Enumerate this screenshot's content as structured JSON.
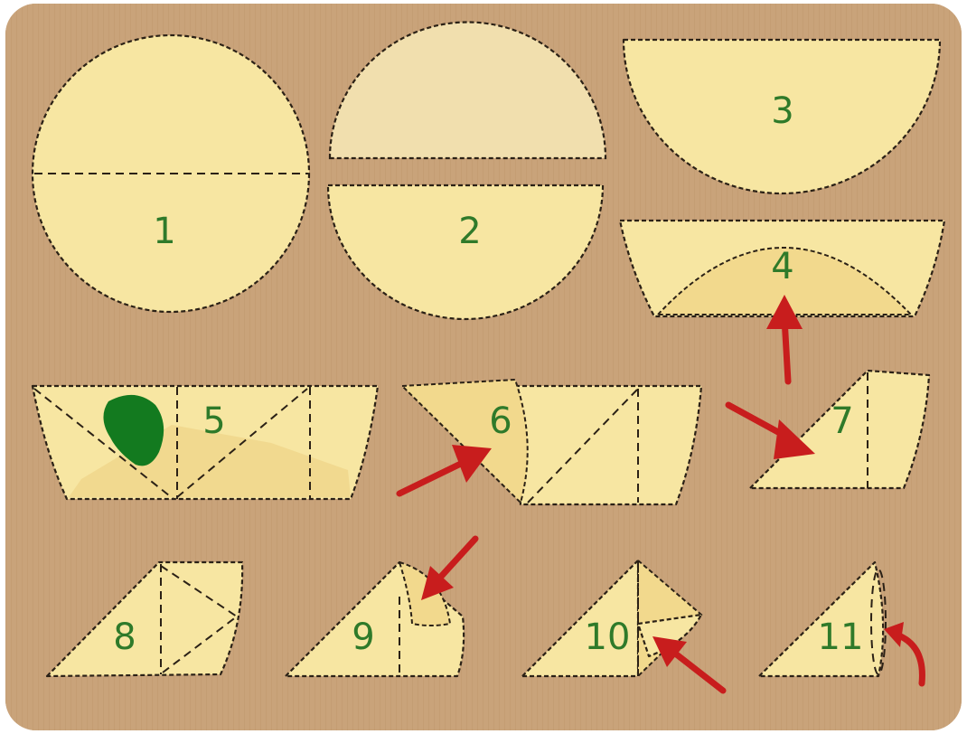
{
  "colors": {
    "background": "#c9a37a",
    "paper": "#f7e6a2",
    "paper_shade": "#f0d68c",
    "outline": "#2b2116",
    "label": "#2f7a2a",
    "arrow": "#c81d1d",
    "glue_spot": "#137a1f"
  },
  "steps": [
    {
      "label": "1"
    },
    {
      "label": "2"
    },
    {
      "label": "3"
    },
    {
      "label": "4"
    },
    {
      "label": "5"
    },
    {
      "label": "6"
    },
    {
      "label": "7"
    },
    {
      "label": "8"
    },
    {
      "label": "9"
    },
    {
      "label": "10"
    },
    {
      "label": "11"
    }
  ]
}
